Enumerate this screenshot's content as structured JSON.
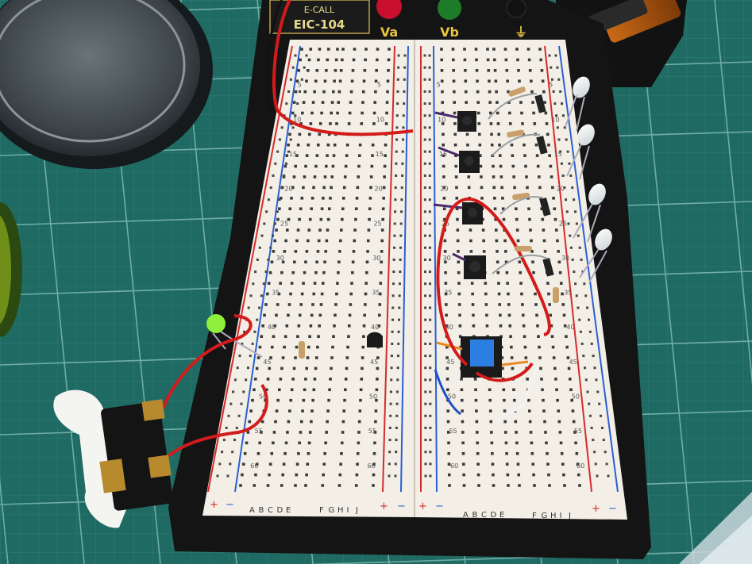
{
  "board": {
    "model_label": "EIC-104",
    "brand_label": "E-CALL",
    "terminal_labels": [
      "Va",
      "Vb",
      "⏚"
    ]
  },
  "left_breadboard": {
    "column_letters": [
      "A",
      "B",
      "C",
      "D",
      "E",
      "F",
      "G",
      "H",
      "I",
      "J"
    ],
    "row_numbers": [
      "5",
      "10",
      "15",
      "20",
      "25",
      "30",
      "35",
      "40",
      "45",
      "50",
      "55",
      "60"
    ],
    "rail_signs": [
      "+",
      "−",
      "+",
      "−"
    ]
  },
  "right_breadboard": {
    "column_letters": [
      "A",
      "B",
      "C",
      "D",
      "E",
      "F",
      "G",
      "H",
      "I",
      "J"
    ],
    "row_numbers": [
      "5",
      "10",
      "15",
      "20",
      "25",
      "30",
      "35",
      "40",
      "45",
      "50",
      "55",
      "60"
    ],
    "rail_signs": [
      "+",
      "−",
      "+",
      "−"
    ]
  },
  "colors": {
    "mat": "#1f6b64",
    "grid": "#7fb9b0",
    "board_base": "#141414",
    "breadboard": "#f3efe6",
    "rail_red": "#d62b2b",
    "rail_blue": "#2a5fd6",
    "wire_red": "#d31b1b",
    "led_green": "#8ef03a",
    "button_blue": "#2c7fe0"
  }
}
